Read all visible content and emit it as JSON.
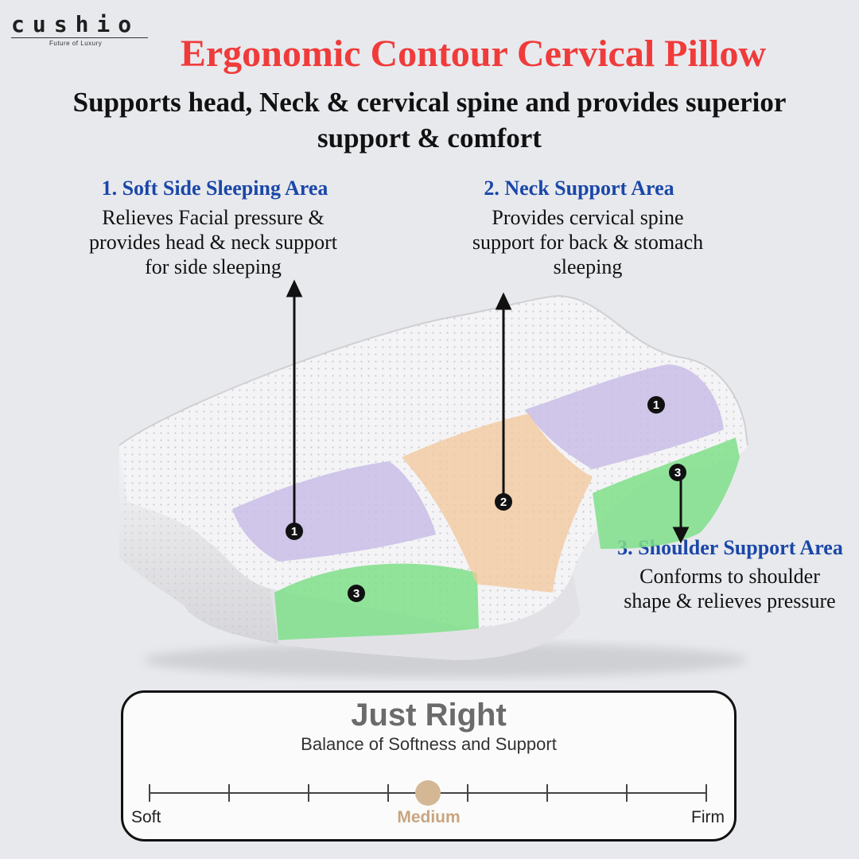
{
  "brand": {
    "name": "cushio",
    "tagline": "Future of Luxury"
  },
  "title": "Ergonomic Contour Cervical Pillow",
  "subtitle": "Supports head, Neck & cervical spine and provides superior support & comfort",
  "features": [
    {
      "title": "1. Soft Side Sleeping Area",
      "description": "Relieves Facial pressure & provides head & neck support for side sleeping"
    },
    {
      "title": "2. Neck Support Area",
      "description": "Provides cervical spine support for back & stomach sleeping"
    },
    {
      "title": "3. Shoulder Support Area",
      "description": "Conforms to shoulder shape & relieves pressure"
    }
  ],
  "markers": [
    "1",
    "2",
    "3"
  ],
  "firmness": {
    "title": "Just Right",
    "subtitle": "Balance of Softness and Support",
    "min_label": "Soft",
    "mid_label": "Medium",
    "max_label": "Firm",
    "ticks": 8,
    "level": 0.5
  },
  "colors": {
    "title": "#f03b3b",
    "feature_title": "#1a47a8",
    "zone_side": "#c9bde6",
    "zone_neck": "#f3c79a",
    "zone_shoulder": "#7fdf8a",
    "knob": "#d4b896"
  }
}
